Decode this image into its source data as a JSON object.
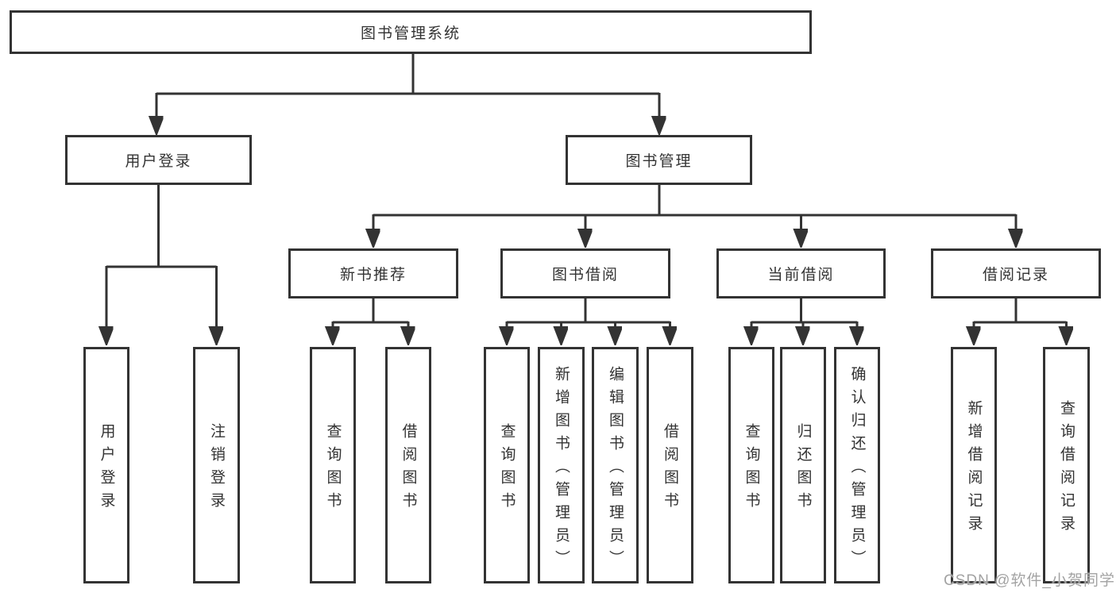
{
  "tree": {
    "label": "图书管理系统",
    "children": [
      {
        "label": "用户登录",
        "children": [
          {
            "label": "用户登录"
          },
          {
            "label": "注销登录"
          }
        ]
      },
      {
        "label": "图书管理",
        "children": [
          {
            "label": "新书推荐",
            "children": [
              {
                "label": "查询图书"
              },
              {
                "label": "借阅图书"
              }
            ]
          },
          {
            "label": "图书借阅",
            "children": [
              {
                "label": "查询图书"
              },
              {
                "label": "新增图书（管理员）"
              },
              {
                "label": "编辑图书（管理员）"
              },
              {
                "label": "借阅图书"
              }
            ]
          },
          {
            "label": "当前借阅",
            "children": [
              {
                "label": "查询图书"
              },
              {
                "label": "归还图书"
              },
              {
                "label": "确认归还（管理员）"
              }
            ]
          },
          {
            "label": "借阅记录",
            "children": [
              {
                "label": "新增借阅记录"
              },
              {
                "label": "查询借阅记录"
              }
            ]
          }
        ]
      }
    ]
  },
  "watermark": "CSDN @软件_小贺同学",
  "colors": {
    "line": "#333333",
    "border": "#333333",
    "text": "#333333",
    "watermark": "#a3a3a3"
  }
}
